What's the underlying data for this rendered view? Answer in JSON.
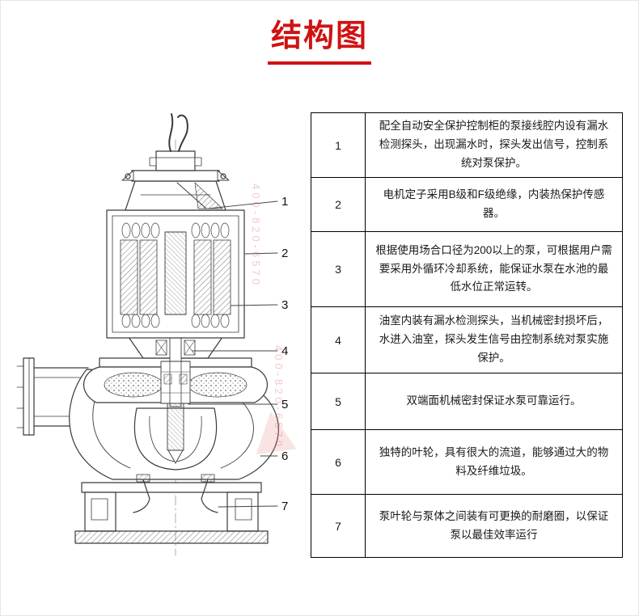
{
  "title": "结构图",
  "colors": {
    "accent": "#d01212",
    "table_border": "#000000",
    "drawing_line": "#3a3a3a"
  },
  "watermark": {
    "phone": "400-820-6570",
    "logo": "▲"
  },
  "callouts": [
    "1",
    "2",
    "3",
    "4",
    "5",
    "6",
    "7"
  ],
  "table": {
    "rows": [
      {
        "num": "1",
        "text": "配全自动安全保护控制柜的泵接线腔内设有漏水检测探头，出现漏水时，探头发出信号，控制系统对泵保护。"
      },
      {
        "num": "2",
        "text": "电机定子采用B级和F级绝缘，内装热保护传感器。"
      },
      {
        "num": "3",
        "text": "根据使用场合口径为200以上的泵，可根据用户需要采用外循环冷却系统，能保证水泵在水池的最低水位正常运转。"
      },
      {
        "num": "4",
        "text": "油室内装有漏水检测探头，当机械密封损坏后，水进入油室，探头发生信号由控制系统对泵实施保护。"
      },
      {
        "num": "5",
        "text": "双端面机械密封保证水泵可靠运行。"
      },
      {
        "num": "6",
        "text": "独特的叶轮，具有很大的流道，能够通过大的物料及纤维垃圾。"
      },
      {
        "num": "7",
        "text": "泵叶轮与泵体之间装有可更换的耐磨圈，以保证泵以最佳效率运行"
      }
    ]
  }
}
